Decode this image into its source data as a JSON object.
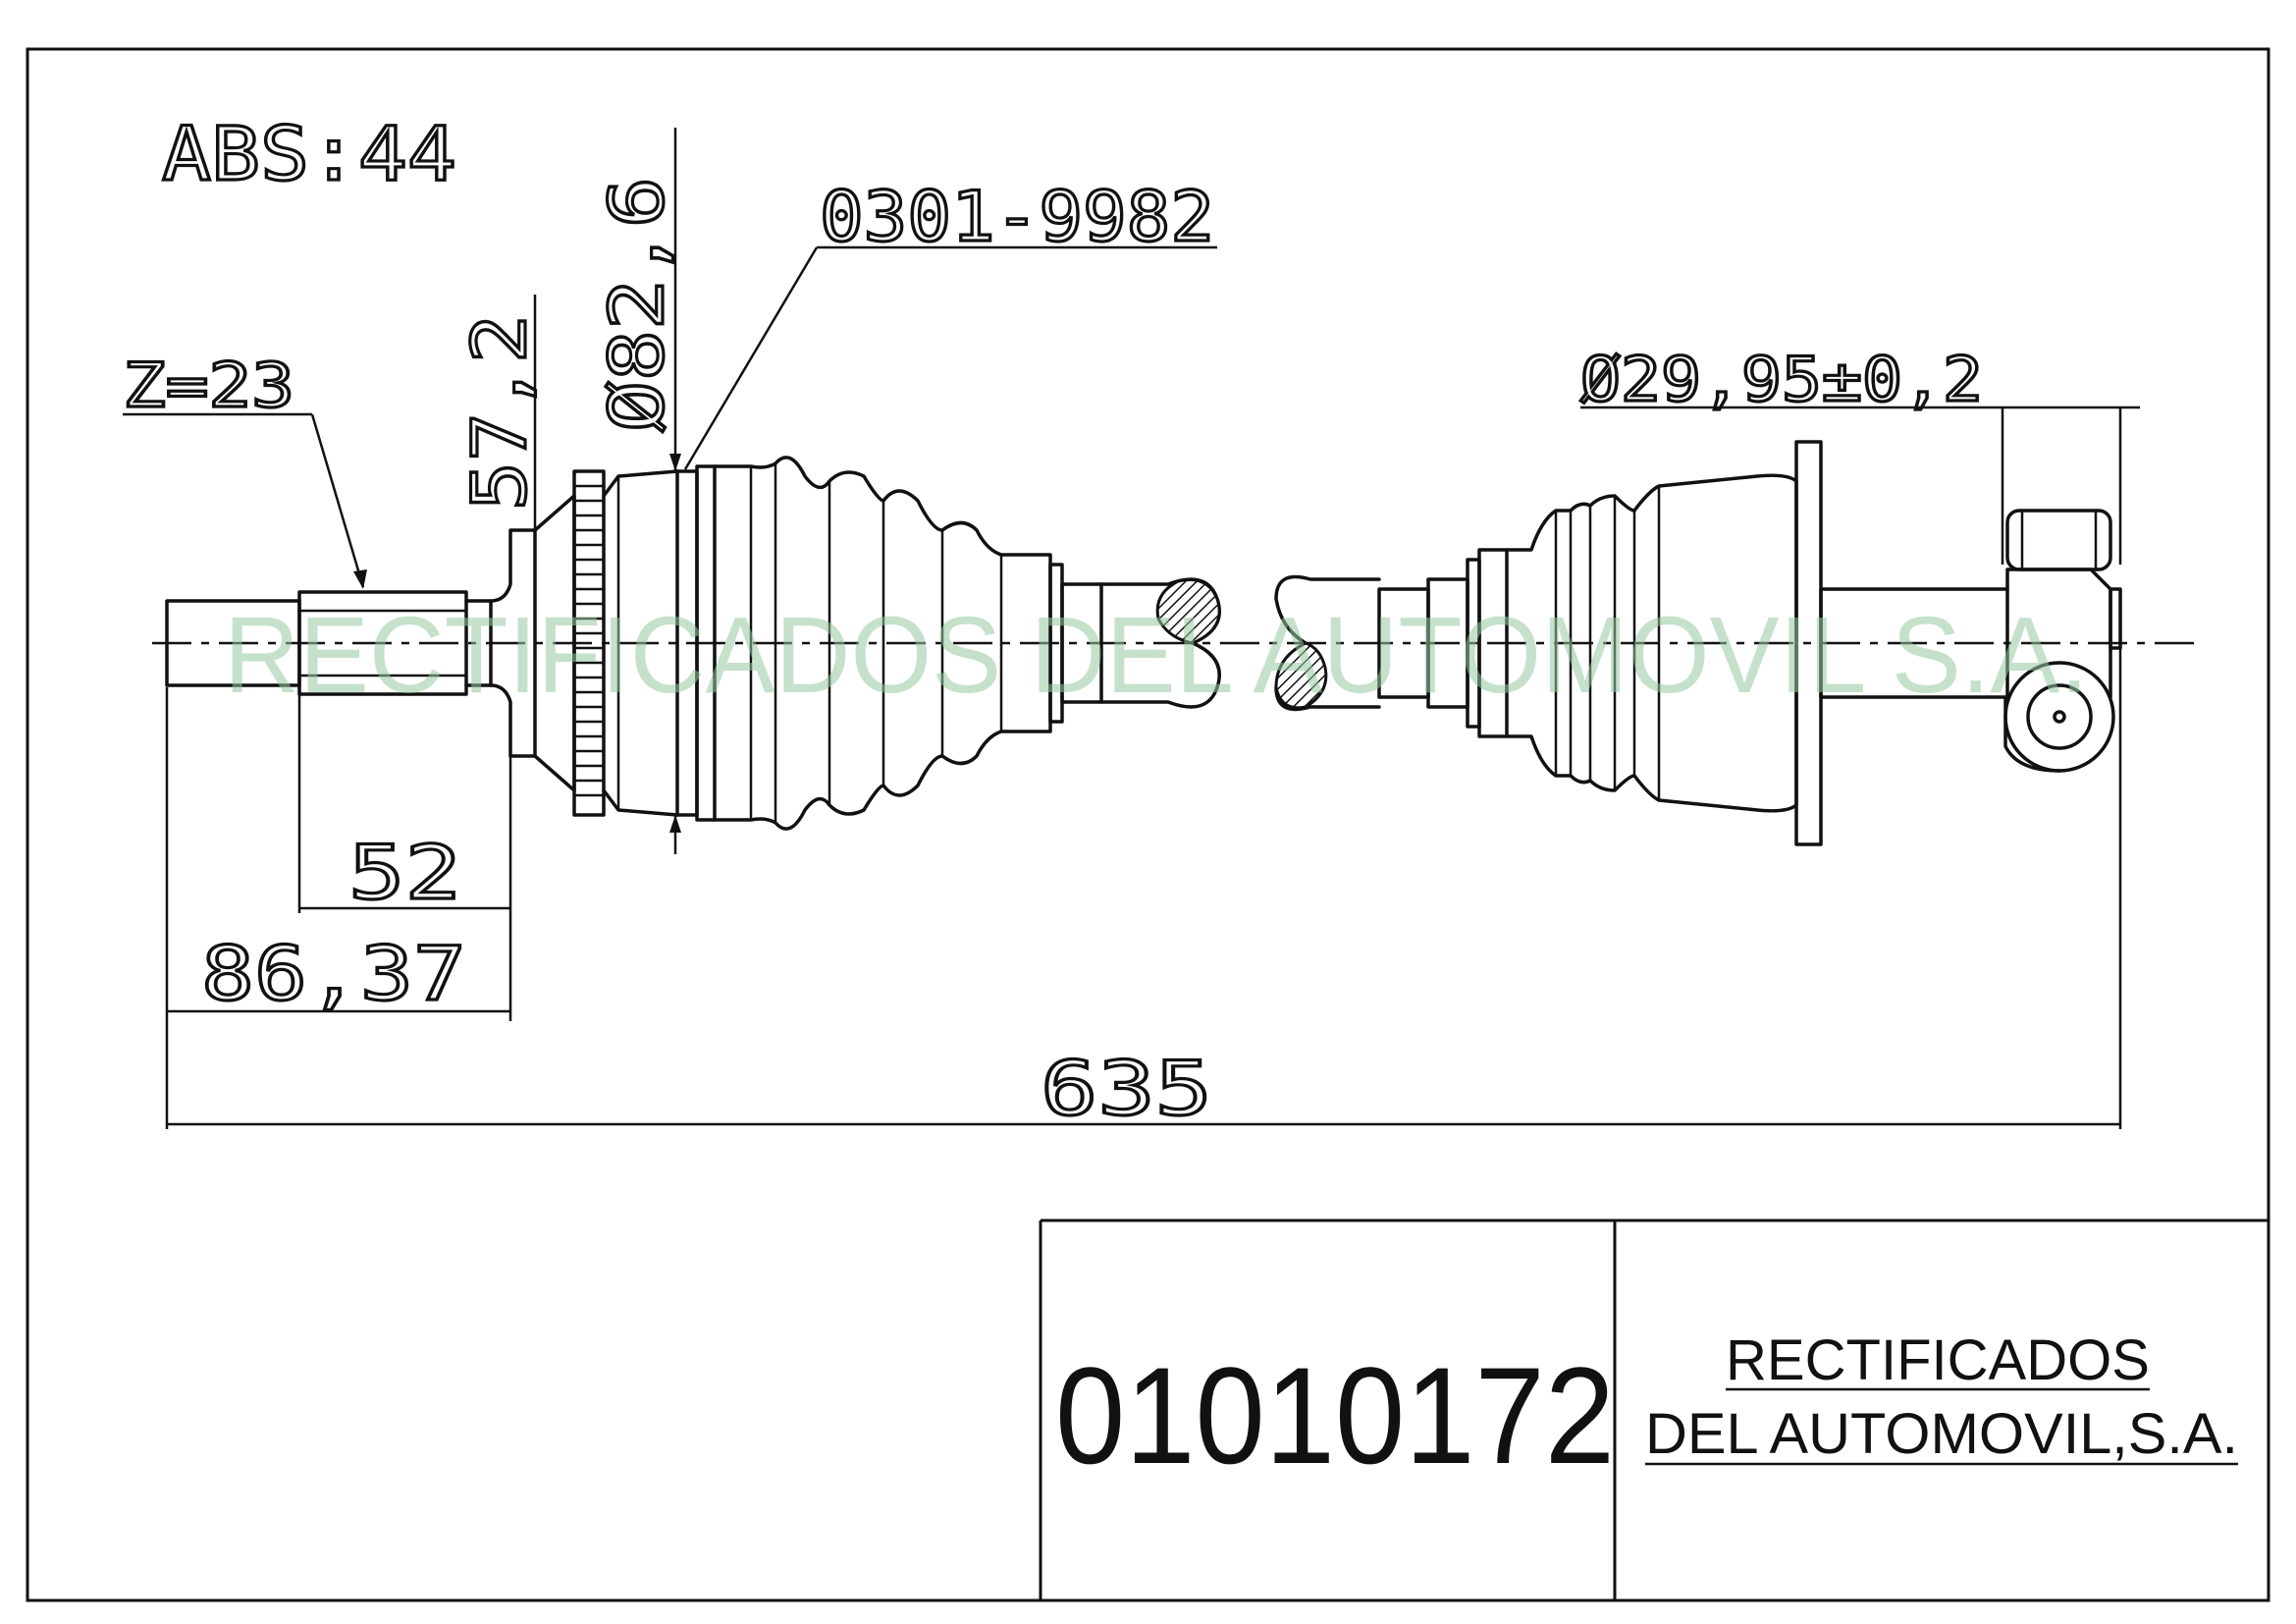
{
  "drawing": {
    "abs_label": "ABS:44",
    "spline_label": "Z=23",
    "joint_part_label": "0301-9982",
    "dia_joint_label": "Ø82,6",
    "dim_57_label": "57,2",
    "dia_shaft_label": "Ø29,95±0,2",
    "dim_52_label": "52",
    "dim_8637_label": "86,37",
    "dim_total_label": "635",
    "watermark": "RECTIFICADOS DEL AUTOMOVIL S.A."
  },
  "title_block": {
    "part_number": "01010172",
    "company_line1": "RECTIFICADOS",
    "company_line2": "DEL AUTOMOVIL,S.A."
  }
}
